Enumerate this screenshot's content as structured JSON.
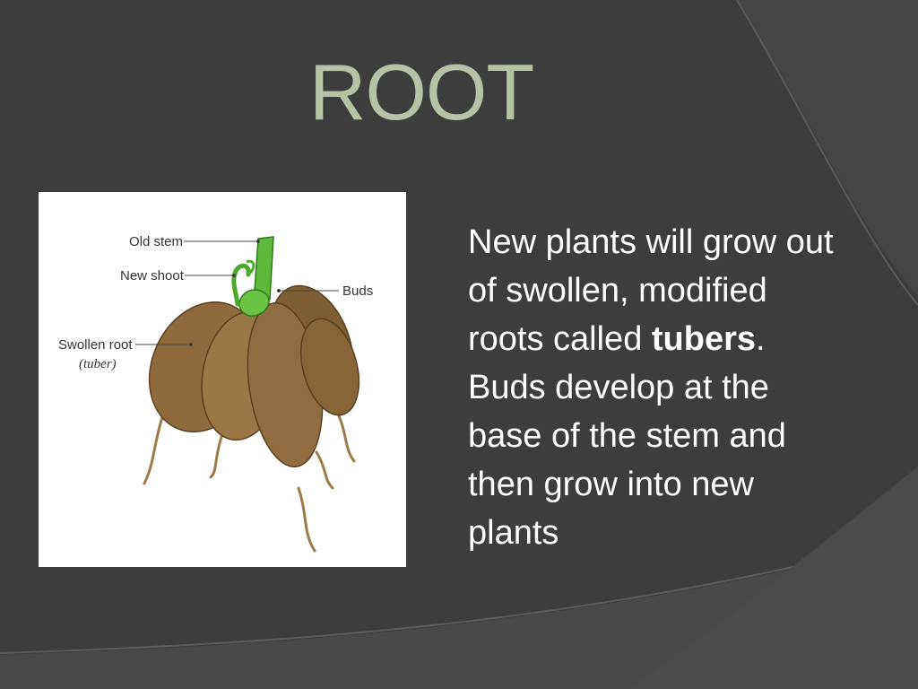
{
  "slide": {
    "title": "ROOT",
    "body": {
      "line1": "New plants will grow out",
      "line2": "of swollen, modified",
      "line3_prefix": "roots called ",
      "line3_bold": "tubers",
      "line3_suffix": ".",
      "line4": "Buds develop at the",
      "line5": "base of the stem and",
      "line6": "then grow into new",
      "line7": "plants"
    },
    "figure": {
      "labels": {
        "old_stem": "Old stem",
        "new_shoot": "New shoot",
        "buds": "Buds",
        "swollen_root": "Swollen root",
        "tuber": "(tuber)"
      }
    }
  },
  "colors": {
    "background": "#3d3d3d",
    "title": "#b7c3a5",
    "text": "#ffffff",
    "tuber": "#8b6a3e",
    "stem": "#5fb83a"
  }
}
